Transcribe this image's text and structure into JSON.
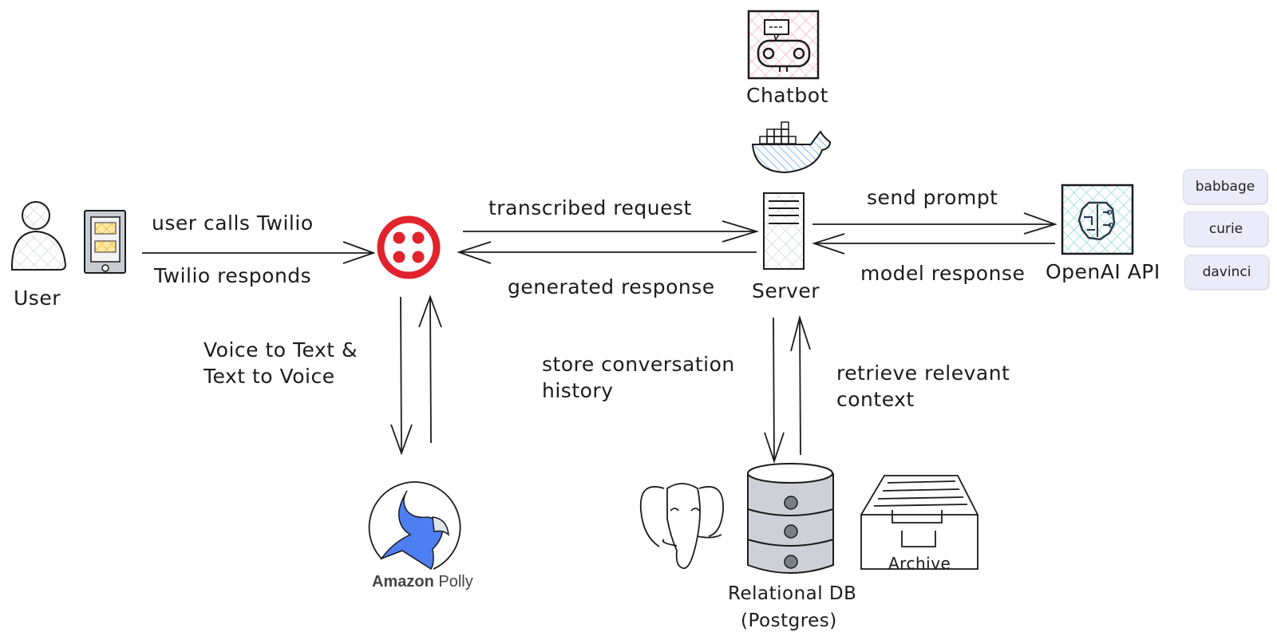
{
  "nodes": {
    "user": {
      "label": "User"
    },
    "twilio": {
      "label": "",
      "color": "#e0232d"
    },
    "amazon_polly": {
      "label_bold": "Amazon",
      "label_light": " Polly",
      "color": "#4d7ef2"
    },
    "server": {
      "label": "Server"
    },
    "chatbot": {
      "label": "Chatbot",
      "hatch_color": "#f2a3bc"
    },
    "docker": {
      "hatch_color": "#5aa4e8"
    },
    "openai_api": {
      "label": "OpenAI API",
      "hatch_color": "#6fd3c6"
    },
    "database": {
      "label_line1": "Relational DB",
      "label_line2": "(Postgres)",
      "fill": "#cdd1d7"
    },
    "archive": {
      "label": "Archive"
    }
  },
  "models": [
    {
      "label": "babbage"
    },
    {
      "label": "curie"
    },
    {
      "label": "davinci"
    }
  ],
  "edges": {
    "user_to_twilio": "user calls Twilio",
    "twilio_to_user": "Twilio responds",
    "twilio_polly": {
      "line1": "Voice to Text &",
      "line2": "Text to Voice"
    },
    "twilio_to_server": "transcribed request",
    "server_to_twilio": "generated response",
    "server_to_openai": "send prompt",
    "openai_to_server": "model response",
    "server_to_db": {
      "line1": "store conversation",
      "line2": "history"
    },
    "db_to_server": {
      "line1": "retrieve relevant",
      "line2": "context"
    }
  }
}
